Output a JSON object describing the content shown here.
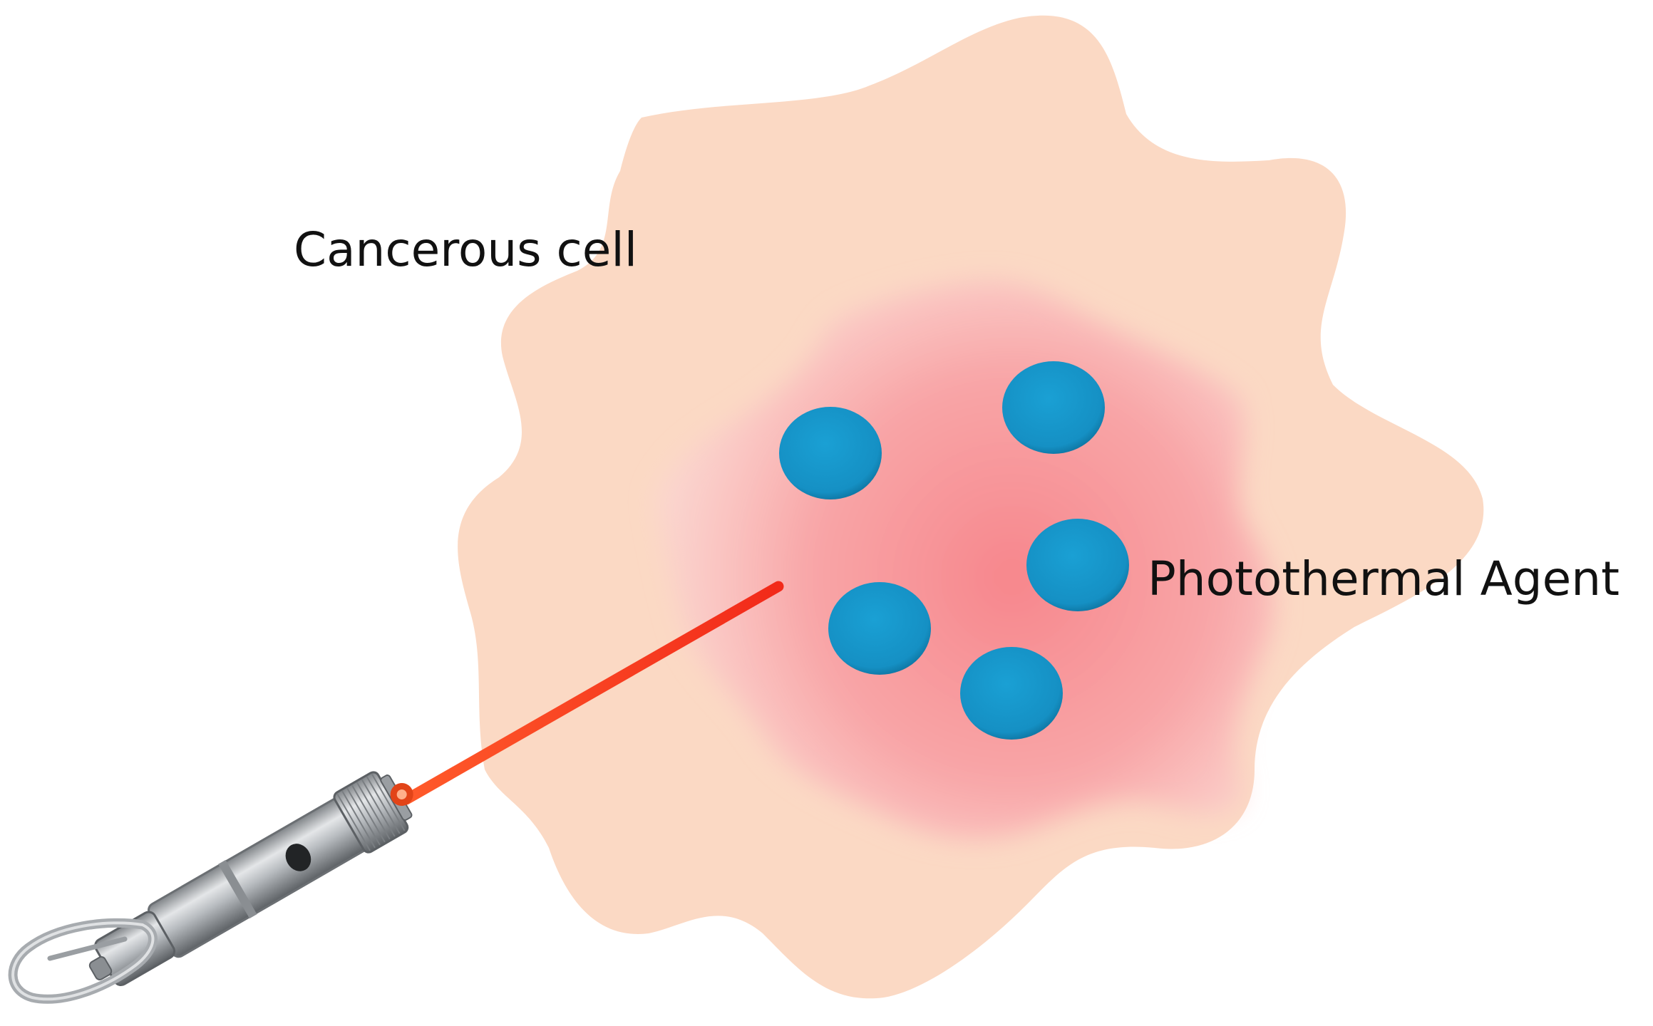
{
  "labels": {
    "cell": "Cancerous cell",
    "agent": "Photothermal Agent"
  },
  "colors": {
    "cell": "#fbd9c4",
    "heat_zone": "#f7868c",
    "agent_particle": "#1590c4",
    "laser_beam": "#f5311e",
    "device_body": "#b4b8bc"
  },
  "diagram": {
    "particle_count": 5,
    "icons": [
      "laser-pointer-icon",
      "carabiner-icon",
      "laser-beam",
      "nanoparticle"
    ]
  }
}
